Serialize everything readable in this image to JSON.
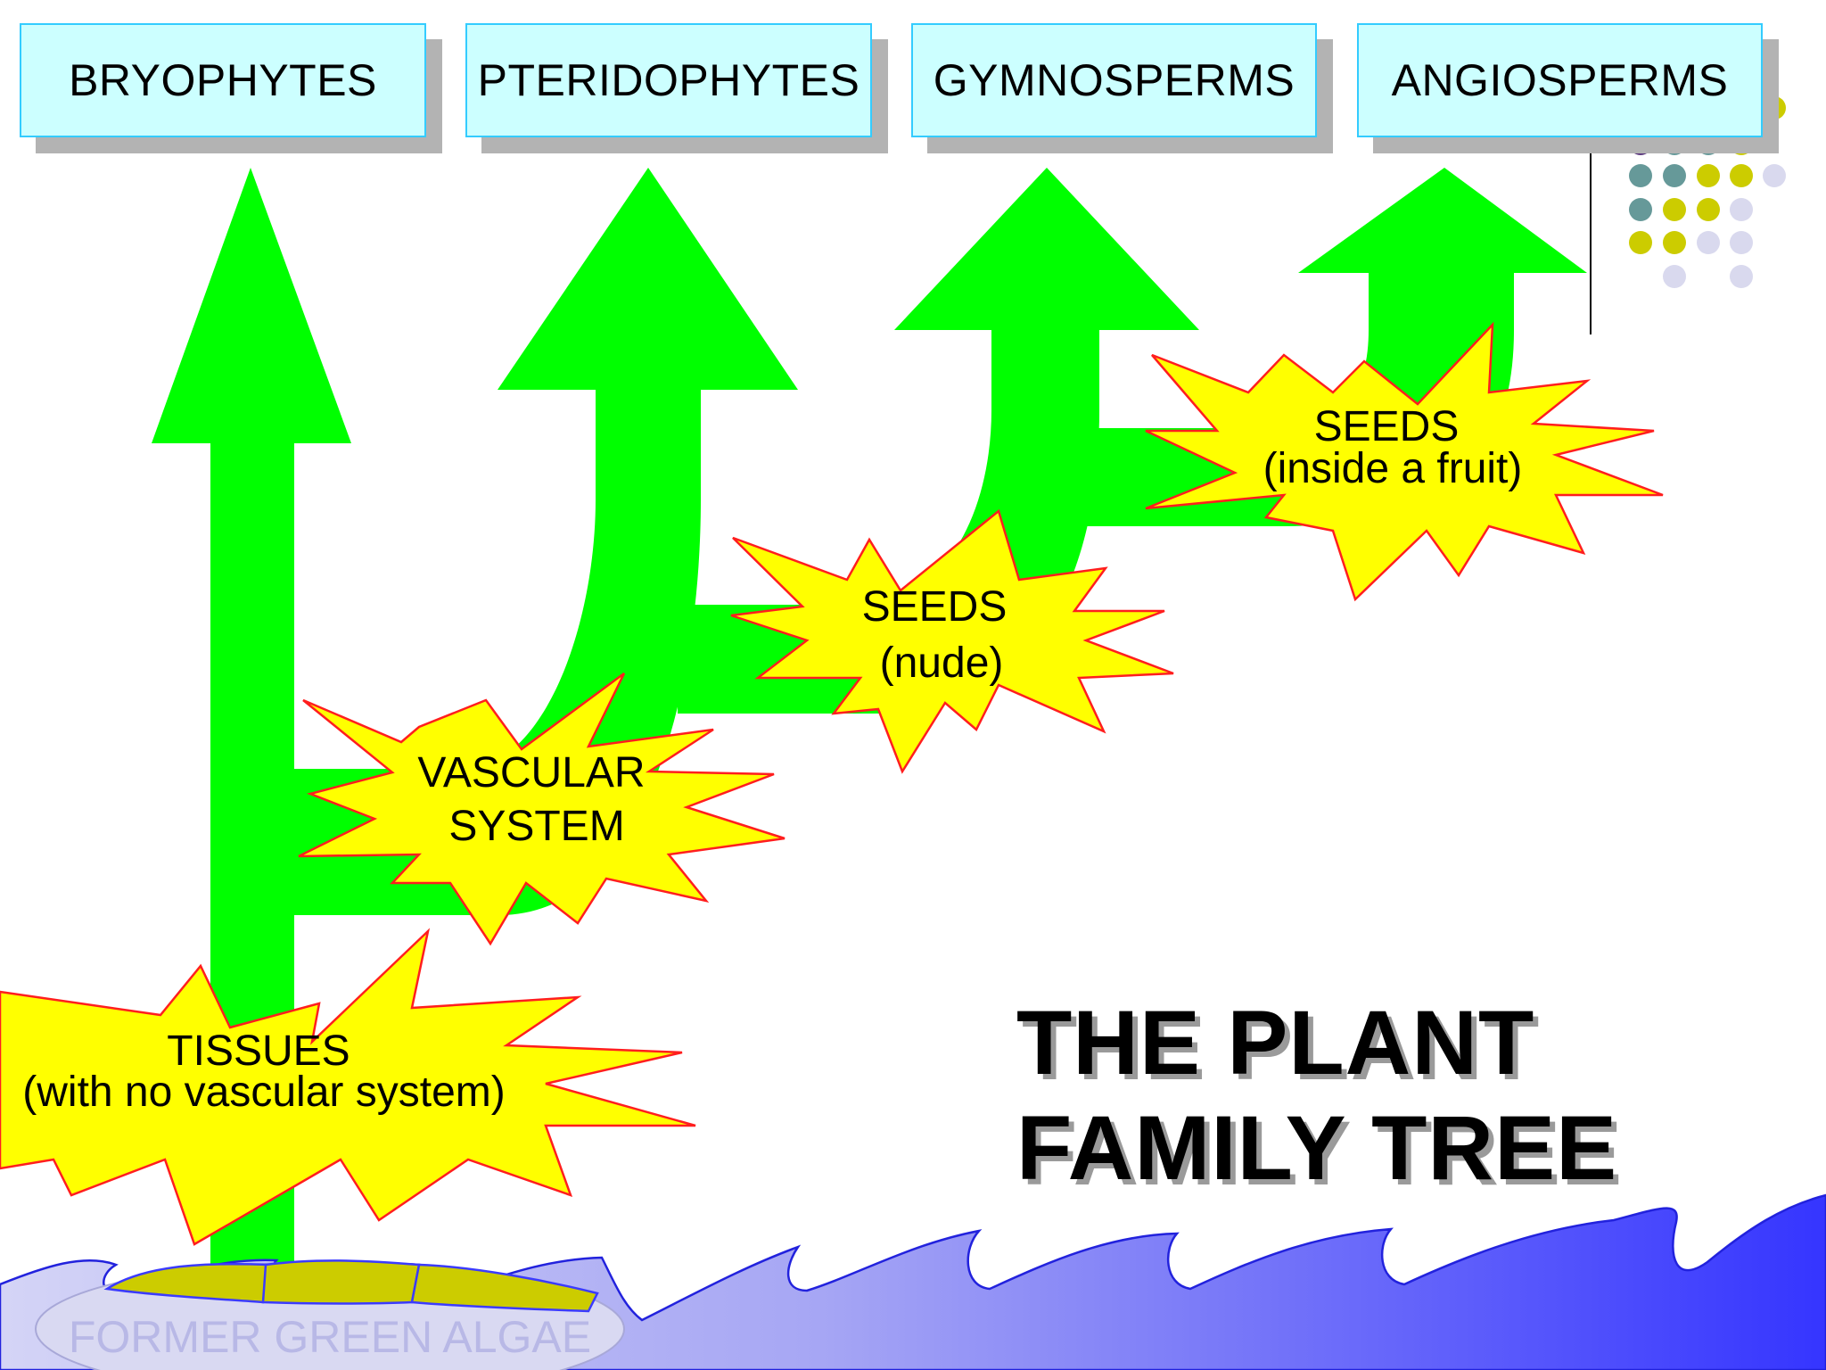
{
  "groups": [
    {
      "id": "bryophytes",
      "label": "BRYOPHYTES"
    },
    {
      "id": "pteridophytes",
      "label": "PTERIDOPHYTES"
    },
    {
      "id": "gymnosperms",
      "label": "GYMNOSPERMS"
    },
    {
      "id": "angiosperms",
      "label": "ANGIOSPERMS"
    }
  ],
  "traits": {
    "tissues": {
      "line1": "TISSUES",
      "line2": "(with no vascular system)"
    },
    "vascular": {
      "line1": "VASCULAR",
      "line2": "SYSTEM"
    },
    "seeds_nude": {
      "line1": "SEEDS",
      "line2": "(nude)"
    },
    "seeds_fruit": {
      "line1": "SEEDS",
      "line2": "(inside a fruit)"
    }
  },
  "title": {
    "line1": "THE PLANT",
    "line2": "FAMILY TREE"
  },
  "origin": {
    "label": "FORMER GREEN ALGAE"
  },
  "colors": {
    "arrow_green": "#00ff00",
    "burst_fill": "#ffff00",
    "burst_stroke": "#ff2a2a",
    "box_fill": "#ccffff",
    "box_border": "#33ccff",
    "water_light": "#c6c6f4",
    "water_dark": "#3b3bff",
    "algae": "#cccc00",
    "dot_purple": "#5c3a7e",
    "dot_teal": "#669999",
    "dot_olive": "#cccc00",
    "dot_lavender": "#d9d9ee"
  },
  "decor": {
    "dot_pattern": "decorative-dot-grid"
  }
}
